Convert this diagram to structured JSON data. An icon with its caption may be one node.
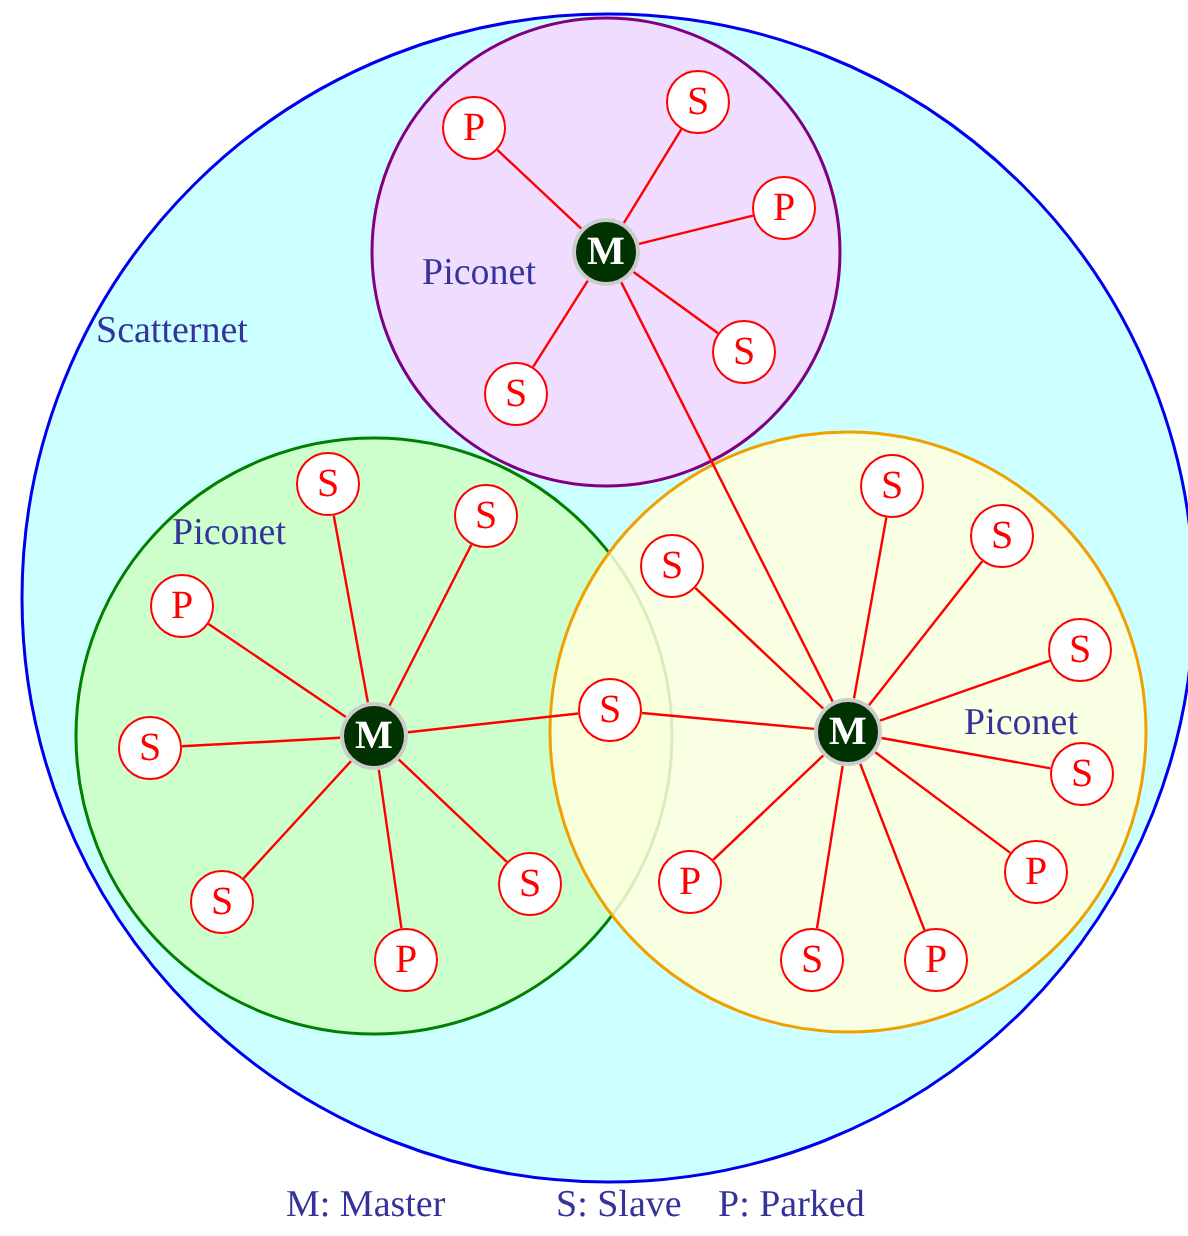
{
  "diagram": {
    "nodes": [
      {
        "text": [
          "Scatternet"
        ]
      },
      {
        "text": [
          "Piconet"
        ],
        "in": 0
      },
      {
        "text": [
          "Piconet"
        ],
        "in": 0
      },
      {
        "text": [
          "Piconet"
        ],
        "in": 0
      },
      {
        "text": [
          "M"
        ],
        "in": 1
      },
      {
        "text": [
          "P"
        ],
        "in": 1
      },
      {
        "text": [
          "S"
        ],
        "in": 1
      },
      {
        "text": [
          "P"
        ],
        "in": 1
      },
      {
        "text": [
          "S"
        ],
        "in": 1
      },
      {
        "text": [
          "S"
        ],
        "in": 1
      },
      {
        "text": [
          "M"
        ],
        "in": 2
      },
      {
        "text": [
          "S"
        ],
        "in": 2
      },
      {
        "text": [
          "S"
        ],
        "in": 2
      },
      {
        "text": [
          "P"
        ],
        "in": 2
      },
      {
        "text": [
          "S"
        ],
        "in": 2
      },
      {
        "text": [
          "S"
        ],
        "in": 2
      },
      {
        "text": [
          "P"
        ],
        "in": 2
      },
      {
        "text": [
          "S"
        ],
        "in": 2
      },
      {
        "text": [
          "S"
        ]
      },
      {
        "text": [
          "M"
        ],
        "in": 3
      },
      {
        "text": [
          "S"
        ],
        "in": 3
      },
      {
        "text": [
          "S"
        ],
        "in": 3
      },
      {
        "text": [
          "S"
        ],
        "in": 3
      },
      {
        "text": [
          "S"
        ],
        "in": 3
      },
      {
        "text": [
          "S"
        ],
        "in": 3
      },
      {
        "text": [
          "P"
        ],
        "in": 3
      },
      {
        "text": [
          "P"
        ],
        "in": 3
      },
      {
        "text": [
          "S"
        ],
        "in": 3
      },
      {
        "text": [
          "P"
        ],
        "in": 3
      }
    ],
    "edges": [
      {
        "from": 4,
        "to": 5,
        "arrow": "none"
      },
      {
        "from": 4,
        "to": 6,
        "arrow": "none"
      },
      {
        "from": 4,
        "to": 7,
        "arrow": "none"
      },
      {
        "from": 4,
        "to": 8,
        "arrow": "none"
      },
      {
        "from": 4,
        "to": 9,
        "arrow": "none"
      },
      {
        "from": 4,
        "to": 19,
        "arrow": "none"
      },
      {
        "from": 10,
        "to": 11,
        "arrow": "none"
      },
      {
        "from": 10,
        "to": 12,
        "arrow": "none"
      },
      {
        "from": 10,
        "to": 13,
        "arrow": "none"
      },
      {
        "from": 10,
        "to": 14,
        "arrow": "none"
      },
      {
        "from": 10,
        "to": 15,
        "arrow": "none"
      },
      {
        "from": 10,
        "to": 16,
        "arrow": "none"
      },
      {
        "from": 10,
        "to": 17,
        "arrow": "none"
      },
      {
        "from": 10,
        "to": 18,
        "arrow": "none"
      },
      {
        "from": 19,
        "to": 18,
        "arrow": "none"
      },
      {
        "from": 19,
        "to": 20,
        "arrow": "none"
      },
      {
        "from": 19,
        "to": 21,
        "arrow": "none"
      },
      {
        "from": 19,
        "to": 22,
        "arrow": "none"
      },
      {
        "from": 19,
        "to": 23,
        "arrow": "none"
      },
      {
        "from": 19,
        "to": 24,
        "arrow": "none"
      },
      {
        "from": 19,
        "to": 25,
        "arrow": "none"
      },
      {
        "from": 19,
        "to": 26,
        "arrow": "none"
      },
      {
        "from": 19,
        "to": 27,
        "arrow": "none"
      },
      {
        "from": 19,
        "to": 28,
        "arrow": "none"
      }
    ],
    "labels": [
      "M: Master",
      "S: Slave",
      "P: Parked"
    ]
  }
}
